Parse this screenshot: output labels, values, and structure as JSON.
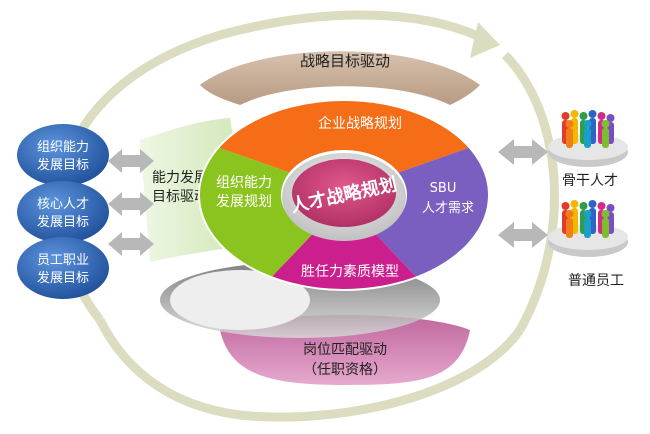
{
  "top_band": "战略目标驱动",
  "bottom_band": {
    "line1": "岗位匹配驱动",
    "line2": "（任职资格）"
  },
  "left_band": {
    "line1": "能力发展",
    "line2": "目标驱动"
  },
  "ring": {
    "top": "企业战略规划",
    "left": {
      "line1": "组织能力",
      "line2": "发展规划"
    },
    "right": {
      "line1": "SBU",
      "line2": "人才需求"
    },
    "bottom": "胜任力素质模型"
  },
  "center": "人才战略规划",
  "left_circles": [
    {
      "line1": "组织能力",
      "line2": "发展目标"
    },
    {
      "line1": "核心人才",
      "line2": "发展目标"
    },
    {
      "line1": "员工职业",
      "line2": "发展目标"
    }
  ],
  "right_groups": [
    {
      "label": "骨干人才"
    },
    {
      "label": "普通员工"
    }
  ],
  "colors": {
    "ring_top": "#f56d16",
    "ring_left": "#8bc41e",
    "ring_right": "#7a5fc0",
    "ring_bottom": "#cc1f8e",
    "center": "#c93d74",
    "circle_blue": "#2f66b5",
    "band_tan": "#c6aa92",
    "band_pink": "#d987b8",
    "band_green": "#d8ecc3",
    "cycle_arc": "#dcdcc0",
    "arrow_gray": "#b8b8b8"
  }
}
